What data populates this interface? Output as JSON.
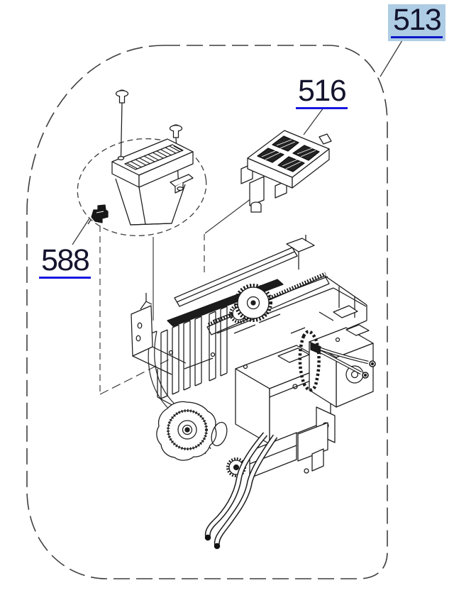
{
  "figure": {
    "type": "exploded-parts-diagram",
    "labels": [
      {
        "id": "513",
        "text": "513",
        "style": "highlighted-link",
        "points_to": "assembly-group-boundary"
      },
      {
        "id": "516",
        "text": "516",
        "style": "link",
        "points_to": "connector-part"
      },
      {
        "id": "588",
        "text": "588",
        "style": "link",
        "points_to": "clip-part"
      }
    ],
    "colors": {
      "background": "#ffffff",
      "line_art": "#1b1b1b",
      "label_text": "#14142e",
      "link_underline": "#1717e0",
      "highlight_bg": "#aecde4",
      "highlight_underline": "#0d18c8"
    },
    "drawing": {
      "boundary": "dashed-rounded-rectangle",
      "detail_balloon": "dashed-ellipse",
      "depicted_parts": [
        "mounting-screw",
        "mounting-screw",
        "board-holder-unit",
        "clip-sensor-588",
        "connector-block-516",
        "main-mechanical-assembly",
        "drive-gears",
        "feed-wheel",
        "ink-tubes",
        "wire-harness-with-ring-terminals"
      ]
    }
  }
}
